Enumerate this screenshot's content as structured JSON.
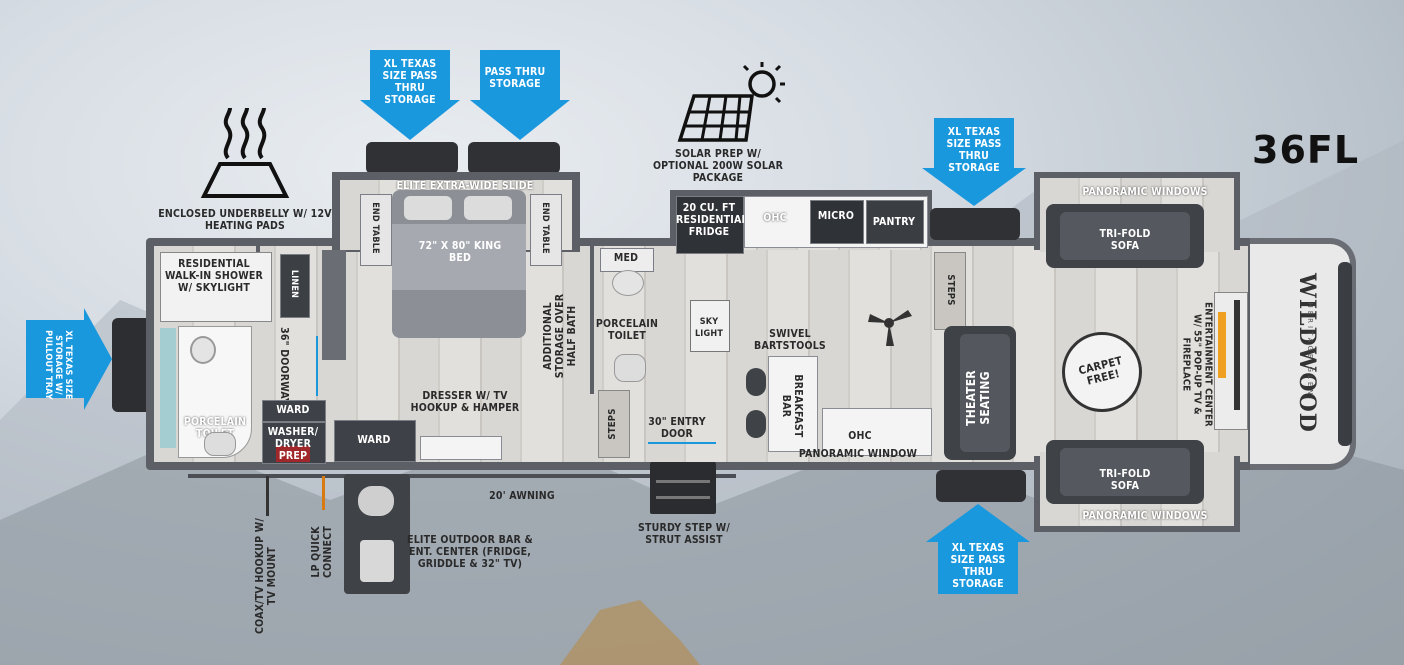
{
  "model": "36FL",
  "callouts": {
    "xl_left": "XL TEXAS SIZE STORAGE W/ PULLOUT TRAY",
    "xl_top_left": "XL TEXAS SIZE PASS THRU STORAGE",
    "pass_thru_top": "PASS THRU STORAGE",
    "xl_top_right": "XL TEXAS SIZE PASS THRU STORAGE",
    "xl_bottom_right": "XL TEXAS SIZE PASS THRU STORAGE"
  },
  "labels": {
    "underbelly": "ENCLOSED UNDERBELLY W/ 12V HEATING PADS",
    "solar": "SOLAR PREP W/ OPTIONAL 200W SOLAR PACKAGE",
    "elite_slide": "ELITE EXTRA-WIDE SLIDE",
    "end_table_left": "END TABLE",
    "end_table_right": "END TABLE",
    "king_bed": "72\" X 80\" KING BED",
    "shower": "RESIDENTIAL WALK-IN SHOWER W/ SKYLIGHT",
    "linen": "LINEN",
    "doorway": "36\" DOORWAY",
    "porcelain_toilet_left": "PORCELAIN TOILET",
    "ward_small": "WARD",
    "washer": "WASHER/ DRYER PREP",
    "ward_right": "WARD",
    "dresser": "DRESSER W/ TV HOOKUP & HAMPER",
    "additional_storage": "ADDITIONAL STORAGE OVER HALF BATH",
    "med": "MED",
    "porcelain_toilet_mid": "PORCELAIN TOILET",
    "sky_light": "SKY LIGHT",
    "steps_mid": "STEPS",
    "entry_door": "30\" ENTRY DOOR",
    "fridge": "20 CU. FT RESIDENTIAL FRIDGE",
    "ohc_top": "OHC",
    "micro": "MICRO",
    "pantry": "PANTRY",
    "swivel": "SWIVEL BARTSTOOLS",
    "breakfast_bar": "BREAKFAST BAR",
    "ohc_bottom": "OHC",
    "panoramic_window": "PANORAMIC WINDOW",
    "steps_right": "STEPS",
    "theater": "THEATER SEATING",
    "panoramic_windows_top": "PANORAMIC WINDOWS",
    "trifold_top": "TRI-FOLD SOFA",
    "carpet_free": "CARPET FREE!",
    "trifold_bottom": "TRI-FOLD SOFA",
    "panoramic_windows_bottom": "PANORAMIC WINDOWS",
    "entertainment": "ENTERTAINMENT CENTER W/ 55\" POP-UP TV & FIREPLACE",
    "awning": "20' AWNING",
    "coax": "COAX/TV HOOKUP W/ TV MOUNT",
    "lp": "LP QUICK CONNECT",
    "outdoor_bar": "ELITE OUTDOOR BAR & ENT. CENTER (FRIDGE, GRIDDLE & 32\" TV)",
    "sturdy_step": "STURDY STEP W/ STRUT ASSIST"
  },
  "logo": {
    "brand": "WILDWOOD",
    "sub": "HERITAGE GLEN"
  },
  "colors": {
    "callout": "#1a98de",
    "wall": "#5c6066",
    "furniture": "#4b4f55"
  }
}
